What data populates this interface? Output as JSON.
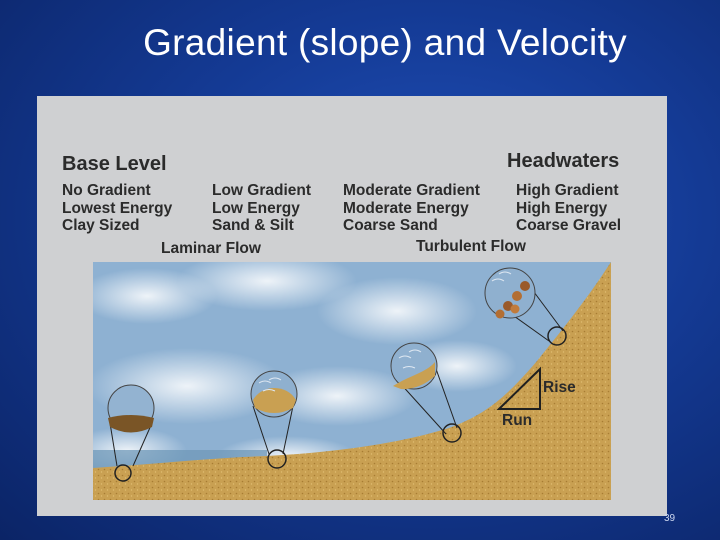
{
  "slide": {
    "title": "Gradient (slope)  and Velocity",
    "page_number": "39"
  },
  "diagram": {
    "left_header": "Base Level",
    "right_header": "Headwaters",
    "columns": [
      {
        "line1": "No Gradient",
        "line2": "Lowest Energy",
        "line3": "Clay Sized"
      },
      {
        "line1": "Low Gradient",
        "line2": "Low Energy",
        "line3": "Sand & Silt"
      },
      {
        "line1": "Moderate Gradient",
        "line2": "Moderate Energy",
        "line3": "Coarse Sand"
      },
      {
        "line1": "High Gradient",
        "line2": "High Energy",
        "line3": "Coarse Gravel"
      }
    ],
    "flow_labels": {
      "laminar": "Laminar Flow",
      "turbulent": "Turbulent Flow"
    },
    "slope_triangle": {
      "rise": "Rise",
      "run": "Run"
    },
    "colors": {
      "sediment": "#c79a4a",
      "water": "#8fb0cf",
      "text": "#2b2b2b"
    }
  }
}
